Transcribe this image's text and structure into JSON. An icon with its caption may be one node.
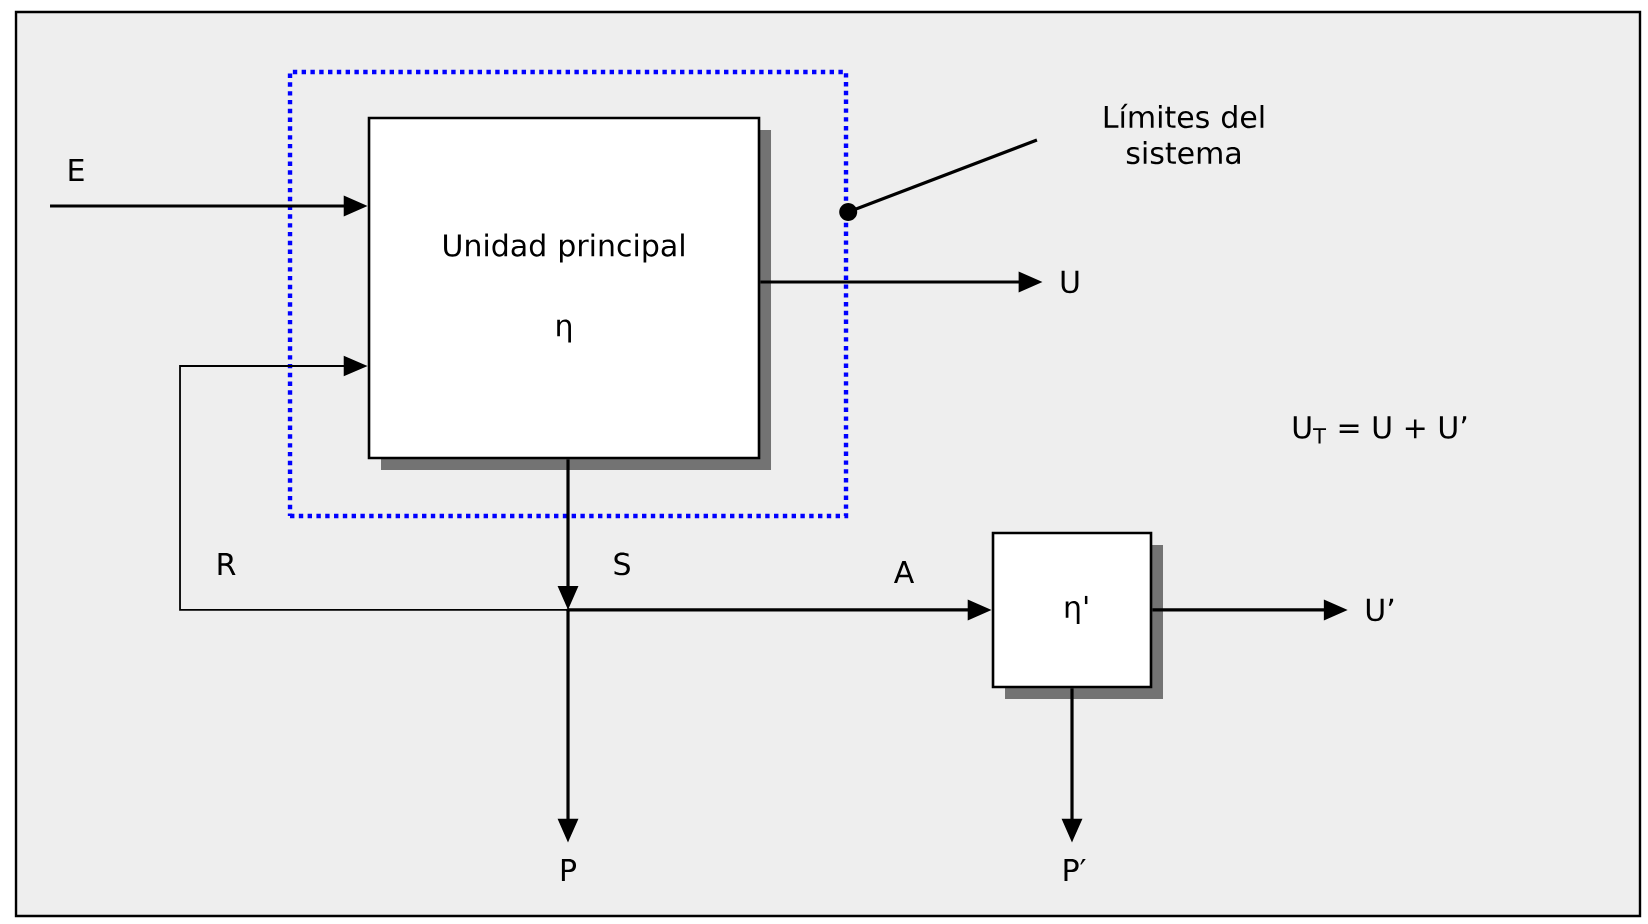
{
  "diagram": {
    "nodes": [
      {
        "text": [],
        "shape": "box"
      },
      {
        "text": [
          "Unidad principal",
          "η"
        ],
        "in": 0
      },
      {
        "text": [
          "η'"
        ]
      },
      {
        "text": [
          "U"
        ]
      },
      {
        "text": [
          "U’"
        ]
      },
      {
        "text": [
          "P"
        ]
      },
      {
        "text": [
          "P′"
        ]
      },
      {
        "text": [
          "Límites del sistema"
        ]
      },
      {
        "text": [],
        "shape": "dot"
      }
    ],
    "edges": [
      {
        "from": null,
        "to": 1,
        "arrow": "to",
        "label": "E"
      },
      {
        "from": 8,
        "to": 1,
        "arrow": "to",
        "label": "R"
      },
      {
        "from": 1,
        "to": 3,
        "arrow": "to"
      },
      {
        "from": 1,
        "to": 8,
        "arrow": "to",
        "label": "S"
      },
      {
        "from": 8,
        "to": 2,
        "arrow": "to",
        "label": "A"
      },
      {
        "from": 8,
        "to": 5,
        "arrow": "to"
      },
      {
        "from": 2,
        "to": 4,
        "arrow": "to"
      },
      {
        "from": 2,
        "to": 6,
        "arrow": "to"
      },
      {
        "from": 7,
        "to": 0,
        "arrow": "other"
      }
    ],
    "labels": [
      "U$_{T}$ = U + U’"
    ]
  }
}
